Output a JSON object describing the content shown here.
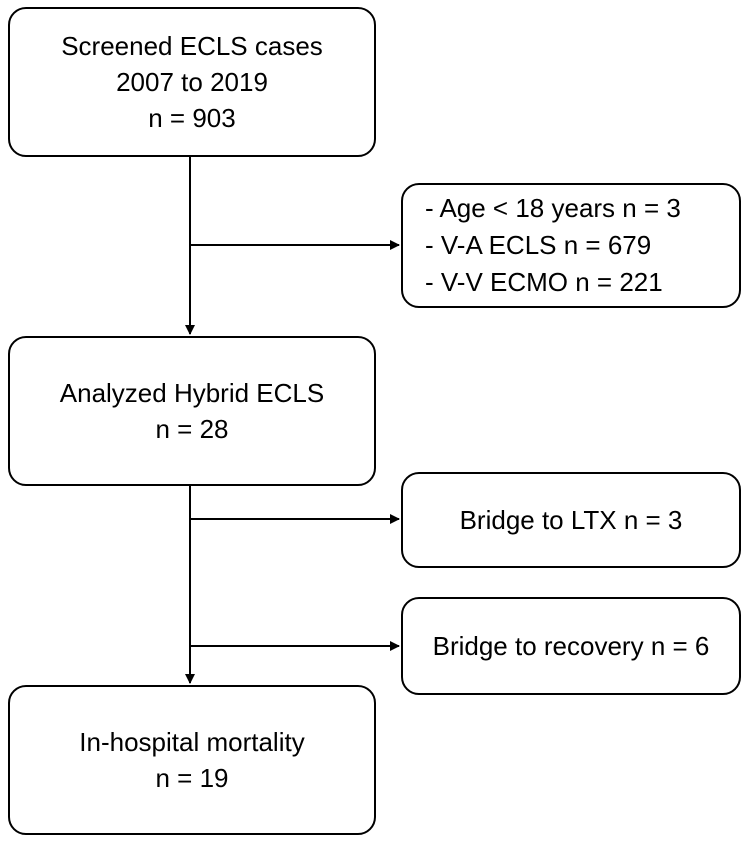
{
  "flowchart": {
    "screened": {
      "line1": "Screened ECLS cases",
      "line2": "2007 to 2019",
      "line3": "n = 903"
    },
    "excluded": {
      "items": [
        "- Age < 18 years n = 3",
        "- V-A ECLS n = 679",
        "- V-V ECMO n = 221"
      ]
    },
    "analyzed": {
      "line1": "Analyzed Hybrid ECLS",
      "line2": "n = 28"
    },
    "bridge_ltx": {
      "label": "Bridge to LTX n = 3"
    },
    "bridge_recovery": {
      "label": "Bridge to recovery n = 6"
    },
    "mortality": {
      "line1": "In-hospital mortality",
      "line2": "n = 19"
    }
  },
  "colors": {
    "stroke": "#000000",
    "background": "#ffffff"
  }
}
